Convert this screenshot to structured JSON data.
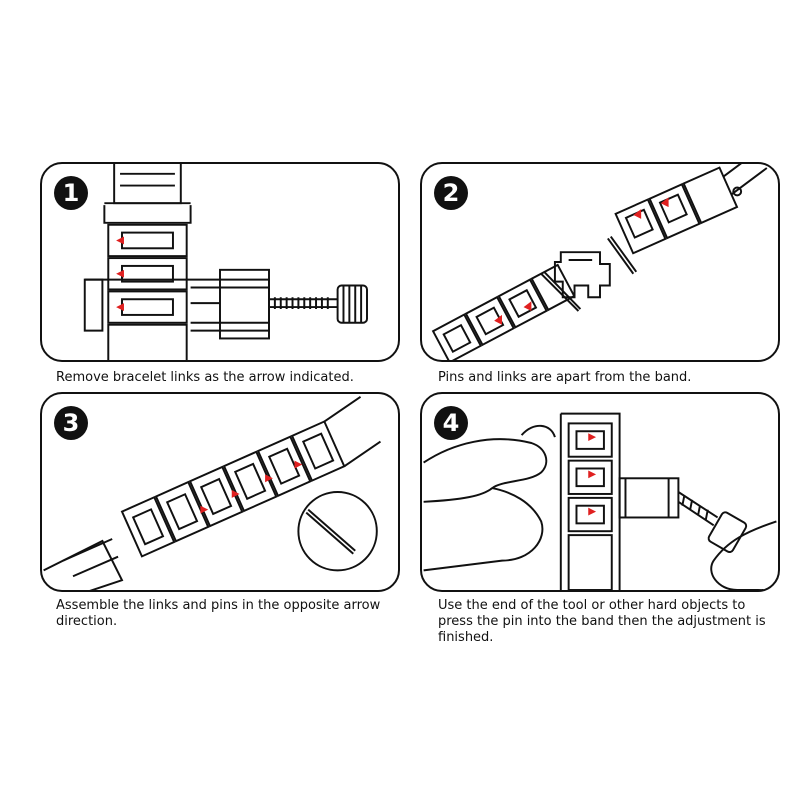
{
  "steps": [
    {
      "number": "1",
      "caption": "Remove bracelet links as the arrow indicated."
    },
    {
      "number": "2",
      "caption": "Pins and links are apart from the band."
    },
    {
      "number": "3",
      "caption": "Assemble the links and pins in the opposite arrow direction."
    },
    {
      "number": "4",
      "caption": "Use the end of the tool or other hard objects to press the pin into the band then the adjustment is finished."
    }
  ],
  "colors": {
    "line": "#111111",
    "arrow": "#e02020",
    "background": "#ffffff"
  }
}
